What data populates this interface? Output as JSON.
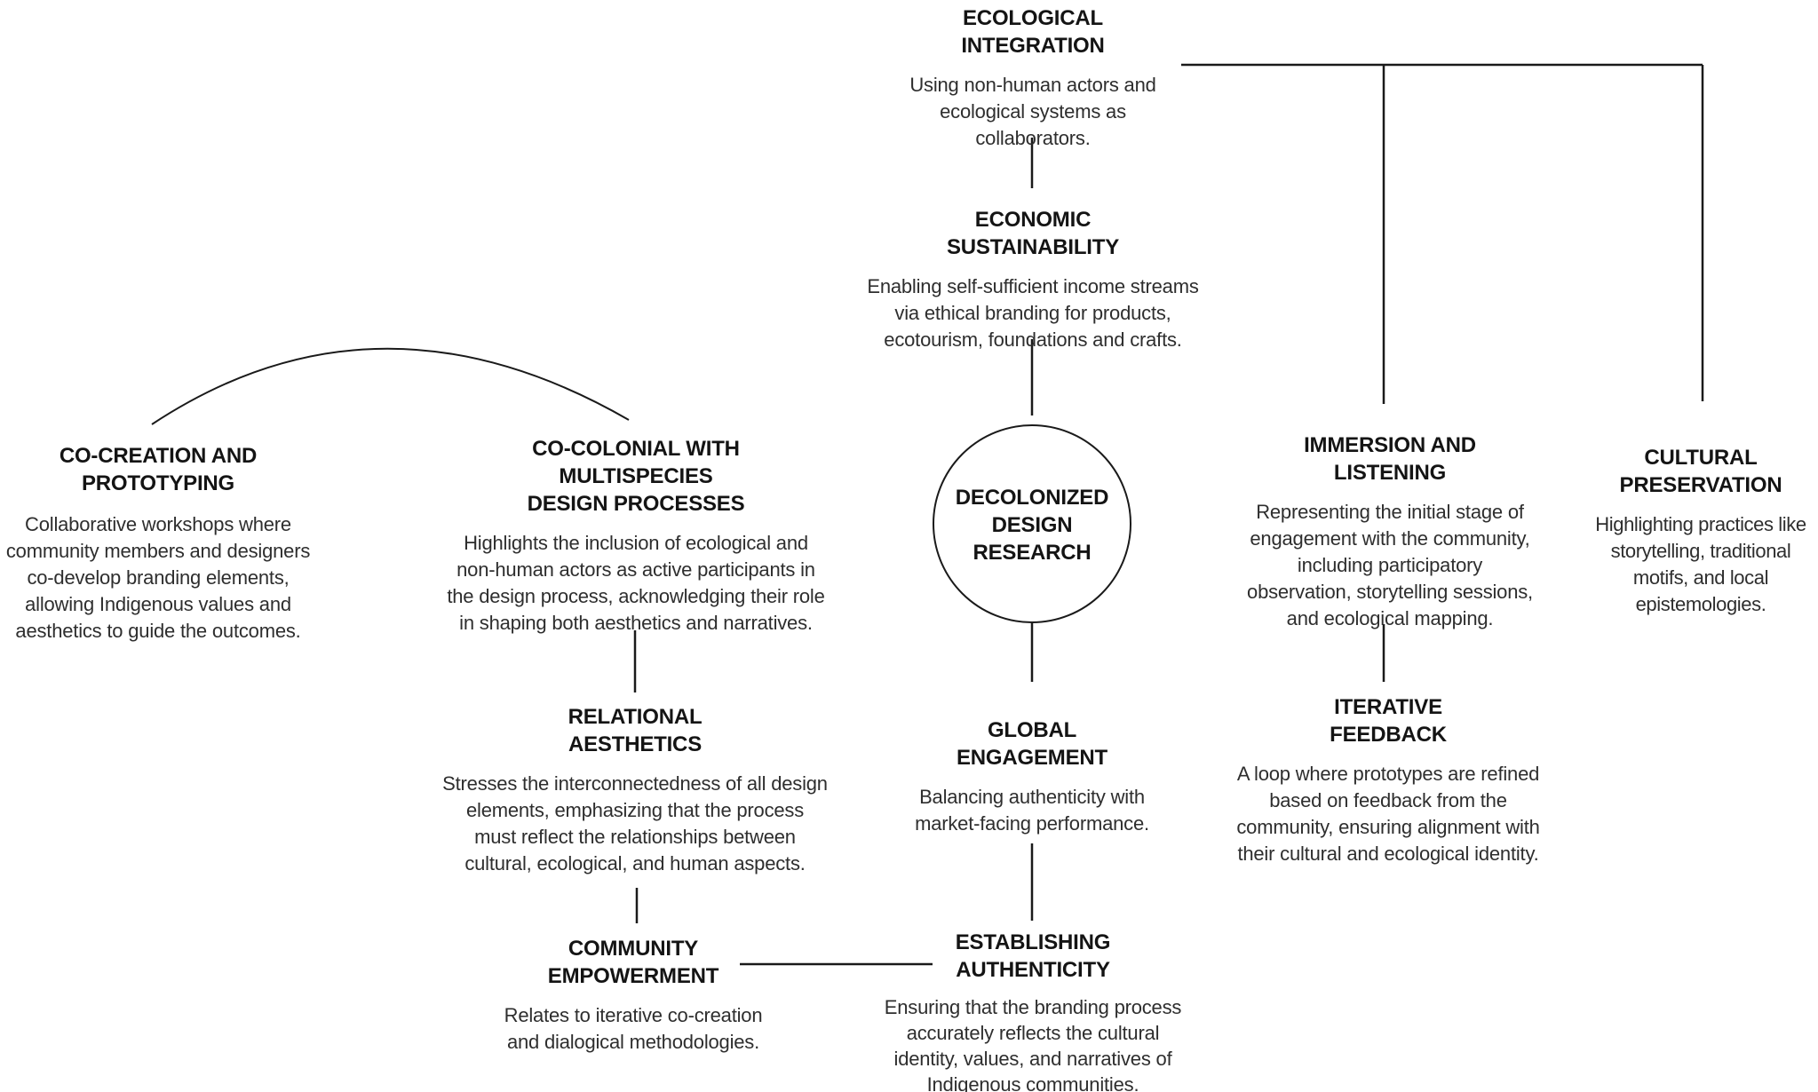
{
  "diagram": {
    "background_color": "#ffffff",
    "line_color": "#1a1a1a",
    "title_color": "#141414",
    "description_color": "#2e2e2e",
    "center_node": {
      "id": "decolonized-design-research",
      "shape": "circle",
      "title": "DECOLONIZED\nDESIGN\nRESEARCH"
    },
    "nodes": [
      {
        "id": "ecological-integration",
        "title": "ECOLOGICAL\nINTEGRATION",
        "description": "Using non-human actors and\necological systems as\ncollaborators."
      },
      {
        "id": "economic-sustainability",
        "title": "ECONOMIC\nSUSTAINABILITY",
        "description": "Enabling self-sufficient income streams\nvia ethical branding for products,\necotourism, foundations and crafts."
      },
      {
        "id": "co-creation-and-prototyping",
        "title": "CO-CREATION AND\nPROTOTYPING",
        "description": "Collaborative workshops where\ncommunity members and designers\nco-develop branding elements,\nallowing Indigenous values and\naesthetics to guide the outcomes."
      },
      {
        "id": "co-colonial-with-multispecies-design-processes",
        "title": "CO-COLONIAL WITH\nMULTISPECIES\nDESIGN PROCESSES",
        "description": "Highlights the inclusion of ecological and\nnon-human actors as active participants in\nthe design process, acknowledging their role\nin shaping both aesthetics and narratives."
      },
      {
        "id": "relational-aesthetics",
        "title": "RELATIONAL\nAESTHETICS",
        "description": "Stresses the interconnectedness of all design\nelements, emphasizing that the process\nmust reflect the relationships between\ncultural, ecological, and human aspects."
      },
      {
        "id": "community-empowerment",
        "title": "COMMUNITY\nEMPOWERMENT",
        "description": "Relates to iterative co-creation\nand dialogical methodologies."
      },
      {
        "id": "global-engagement",
        "title": "GLOBAL\nENGAGEMENT",
        "description": "Balancing authenticity with\nmarket-facing performance."
      },
      {
        "id": "establishing-authenticity",
        "title": "ESTABLISHING\nAUTHENTICITY",
        "description": "Ensuring that the branding process\naccurately reflects the cultural\nidentity, values, and narratives of\nIndigenous communities."
      },
      {
        "id": "immersion-and-listening",
        "title": "IMMERSION AND\nLISTENING",
        "description": "Representing the initial stage of\nengagement with the community,\nincluding participatory\nobservation, storytelling sessions,\nand ecological mapping."
      },
      {
        "id": "iterative-feedback",
        "title": "ITERATIVE\nFEEDBACK",
        "description": "A loop where prototypes are refined\nbased on feedback from the\ncommunity, ensuring alignment with\ntheir cultural and ecological identity."
      },
      {
        "id": "cultural-preservation",
        "title": "CULTURAL\nPRESERVATION",
        "description": "Highlighting practices like\nstorytelling, traditional\nmotifs, and local\nepistemologies."
      }
    ],
    "edges": [
      {
        "from": "ecological-integration",
        "to": "economic-sustainability"
      },
      {
        "from": "economic-sustainability",
        "to": "decolonized-design-research"
      },
      {
        "from": "decolonized-design-research",
        "to": "global-engagement"
      },
      {
        "from": "global-engagement",
        "to": "establishing-authenticity"
      },
      {
        "from": "co-creation-and-prototyping",
        "to": "co-colonial-with-multispecies-design-processes"
      },
      {
        "from": "co-colonial-with-multispecies-design-processes",
        "to": "relational-aesthetics"
      },
      {
        "from": "relational-aesthetics",
        "to": "community-empowerment"
      },
      {
        "from": "community-empowerment",
        "to": "establishing-authenticity"
      },
      {
        "from": "ecological-integration",
        "to": "immersion-and-listening"
      },
      {
        "from": "ecological-integration",
        "to": "cultural-preservation"
      },
      {
        "from": "immersion-and-listening",
        "to": "iterative-feedback"
      }
    ]
  }
}
